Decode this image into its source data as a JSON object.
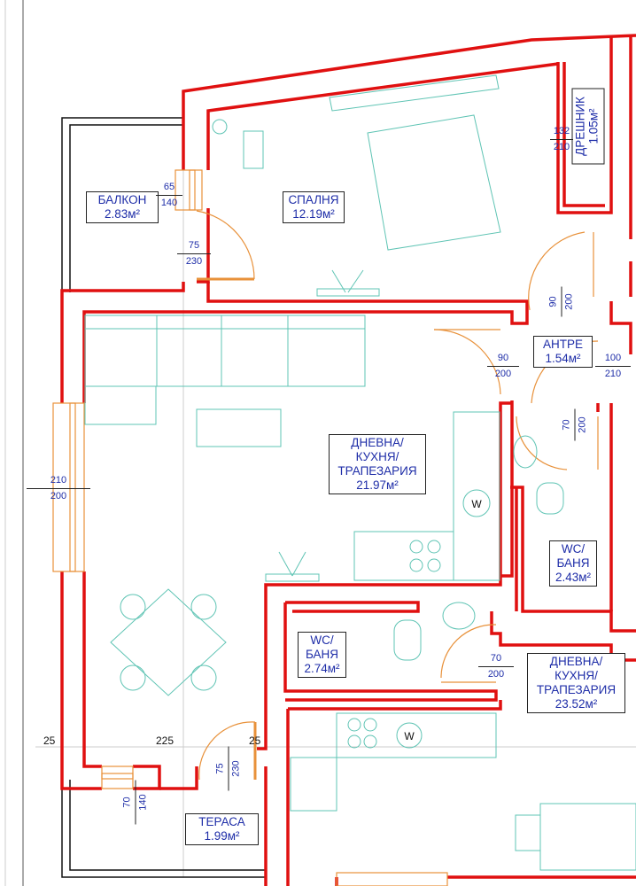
{
  "colors": {
    "wall": "#e01010",
    "furniture": "#5fc4b4",
    "door": "#e8913a",
    "label": "#1f2ea8"
  },
  "rooms": [
    {
      "name": "БАЛКОН",
      "area": "2.83м²"
    },
    {
      "name": "СПАЛНЯ",
      "area": "12.19м²"
    },
    {
      "name": "ДРЕШНИК",
      "area": "1.05м²"
    },
    {
      "name": "АНТРЕ",
      "area": "1.54м²"
    },
    {
      "name": "ДНЕВНА/ КУХНЯ/ ТРАПЕЗАРИЯ",
      "lines": [
        "ДНЕВНА/",
        "КУХНЯ/",
        "ТРАПЕЗАРИЯ"
      ],
      "area": "21.97м²"
    },
    {
      "name": "WC/ БАНЯ",
      "lines": [
        "WC/",
        "БАНЯ"
      ],
      "area": "2.43м²"
    },
    {
      "name": "WC/ БАНЯ",
      "lines": [
        "WC/",
        "БАНЯ"
      ],
      "area": "2.74м²"
    },
    {
      "name": "ДНЕВНА/ КУХНЯ/ ТРАПЕЗАРИЯ",
      "lines": [
        "ДНЕВНА/",
        "КУХНЯ/",
        "ТРАПЕЗАРИЯ"
      ],
      "area": "23.52м²"
    },
    {
      "name": "ТЕРАСА",
      "area": "1.99м²"
    }
  ],
  "openings": [
    {
      "w": "65",
      "h": "140"
    },
    {
      "w": "75",
      "h": "230"
    },
    {
      "w": "132",
      "h": "210"
    },
    {
      "w": "90",
      "h": "200"
    },
    {
      "w": "90",
      "h": "200"
    },
    {
      "w": "100",
      "h": "210"
    },
    {
      "w": "70",
      "h": "200"
    },
    {
      "w": "210",
      "h": "200"
    },
    {
      "w": "70",
      "h": "200"
    },
    {
      "w": "75",
      "h": "230"
    },
    {
      "w": "70",
      "h": "140"
    }
  ],
  "wall_dims": [
    "25",
    "225",
    "25"
  ],
  "appliances": {
    "washer": "W"
  }
}
